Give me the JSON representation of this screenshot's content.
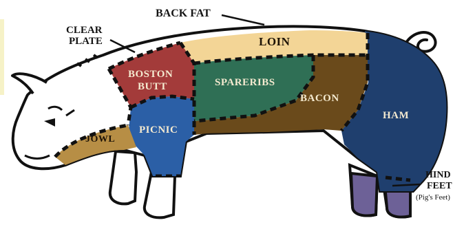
{
  "diagram": {
    "colors": {
      "outline": "#111111",
      "body": "#ffffff",
      "loin": "#f3d596",
      "boston_butt": "#a33b3a",
      "spareribs": "#2f6f55",
      "bacon": "#6a4a1b",
      "ham": "#1f3f6e",
      "picnic": "#2b5fa6",
      "jowl": "#b78e45",
      "hind_feet": "#6d6197",
      "left_strip": "#f6f2c7"
    },
    "labels": {
      "back_fat": "BACK FAT",
      "clear_plate_line1": "CLEAR",
      "clear_plate_line2": "PLATE",
      "loin": "LOIN",
      "boston_butt_line1": "BOSTON",
      "boston_butt_line2": "BUTT",
      "spareribs": "SPARERIBS",
      "bacon": "BACON",
      "ham": "HAM",
      "jowl": "JOWL",
      "picnic": "PICNIC",
      "hind_feet_line1": "HIND",
      "hind_feet_line2": "FEET",
      "hind_feet_note": "(Pig's Feet)"
    }
  }
}
